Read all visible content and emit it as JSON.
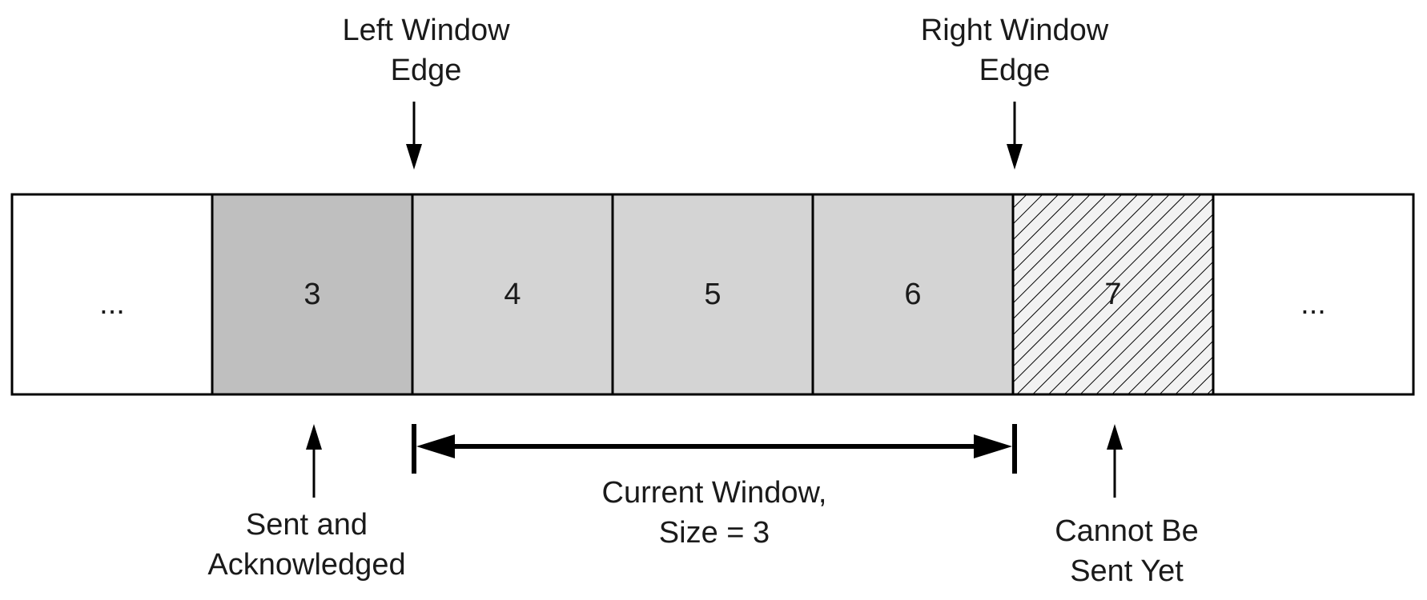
{
  "colors": {
    "sent_acknowledged": "#bfbfbf",
    "window": "#d4d4d4",
    "cannot_send": "#f2f2f2",
    "empty": "#ffffff",
    "stroke": "#000000"
  },
  "cells": [
    {
      "label": "...",
      "state": "empty"
    },
    {
      "label": "3",
      "state": "sent_acknowledged"
    },
    {
      "label": "4",
      "state": "window"
    },
    {
      "label": "5",
      "state": "window"
    },
    {
      "label": "6",
      "state": "window"
    },
    {
      "label": "7",
      "state": "cannot_send"
    },
    {
      "label": "...",
      "state": "empty"
    }
  ],
  "labels": {
    "left_edge": {
      "line1": "Left Window",
      "line2": "Edge"
    },
    "right_edge": {
      "line1": "Right Window",
      "line2": "Edge"
    },
    "current_window": {
      "line1": "Current Window,",
      "line2": "Size = 3"
    },
    "sent_ack": {
      "line1": "Sent and",
      "line2": "Acknowledged"
    },
    "cannot_send": {
      "line1": "Cannot Be",
      "line2": "Sent Yet"
    }
  }
}
